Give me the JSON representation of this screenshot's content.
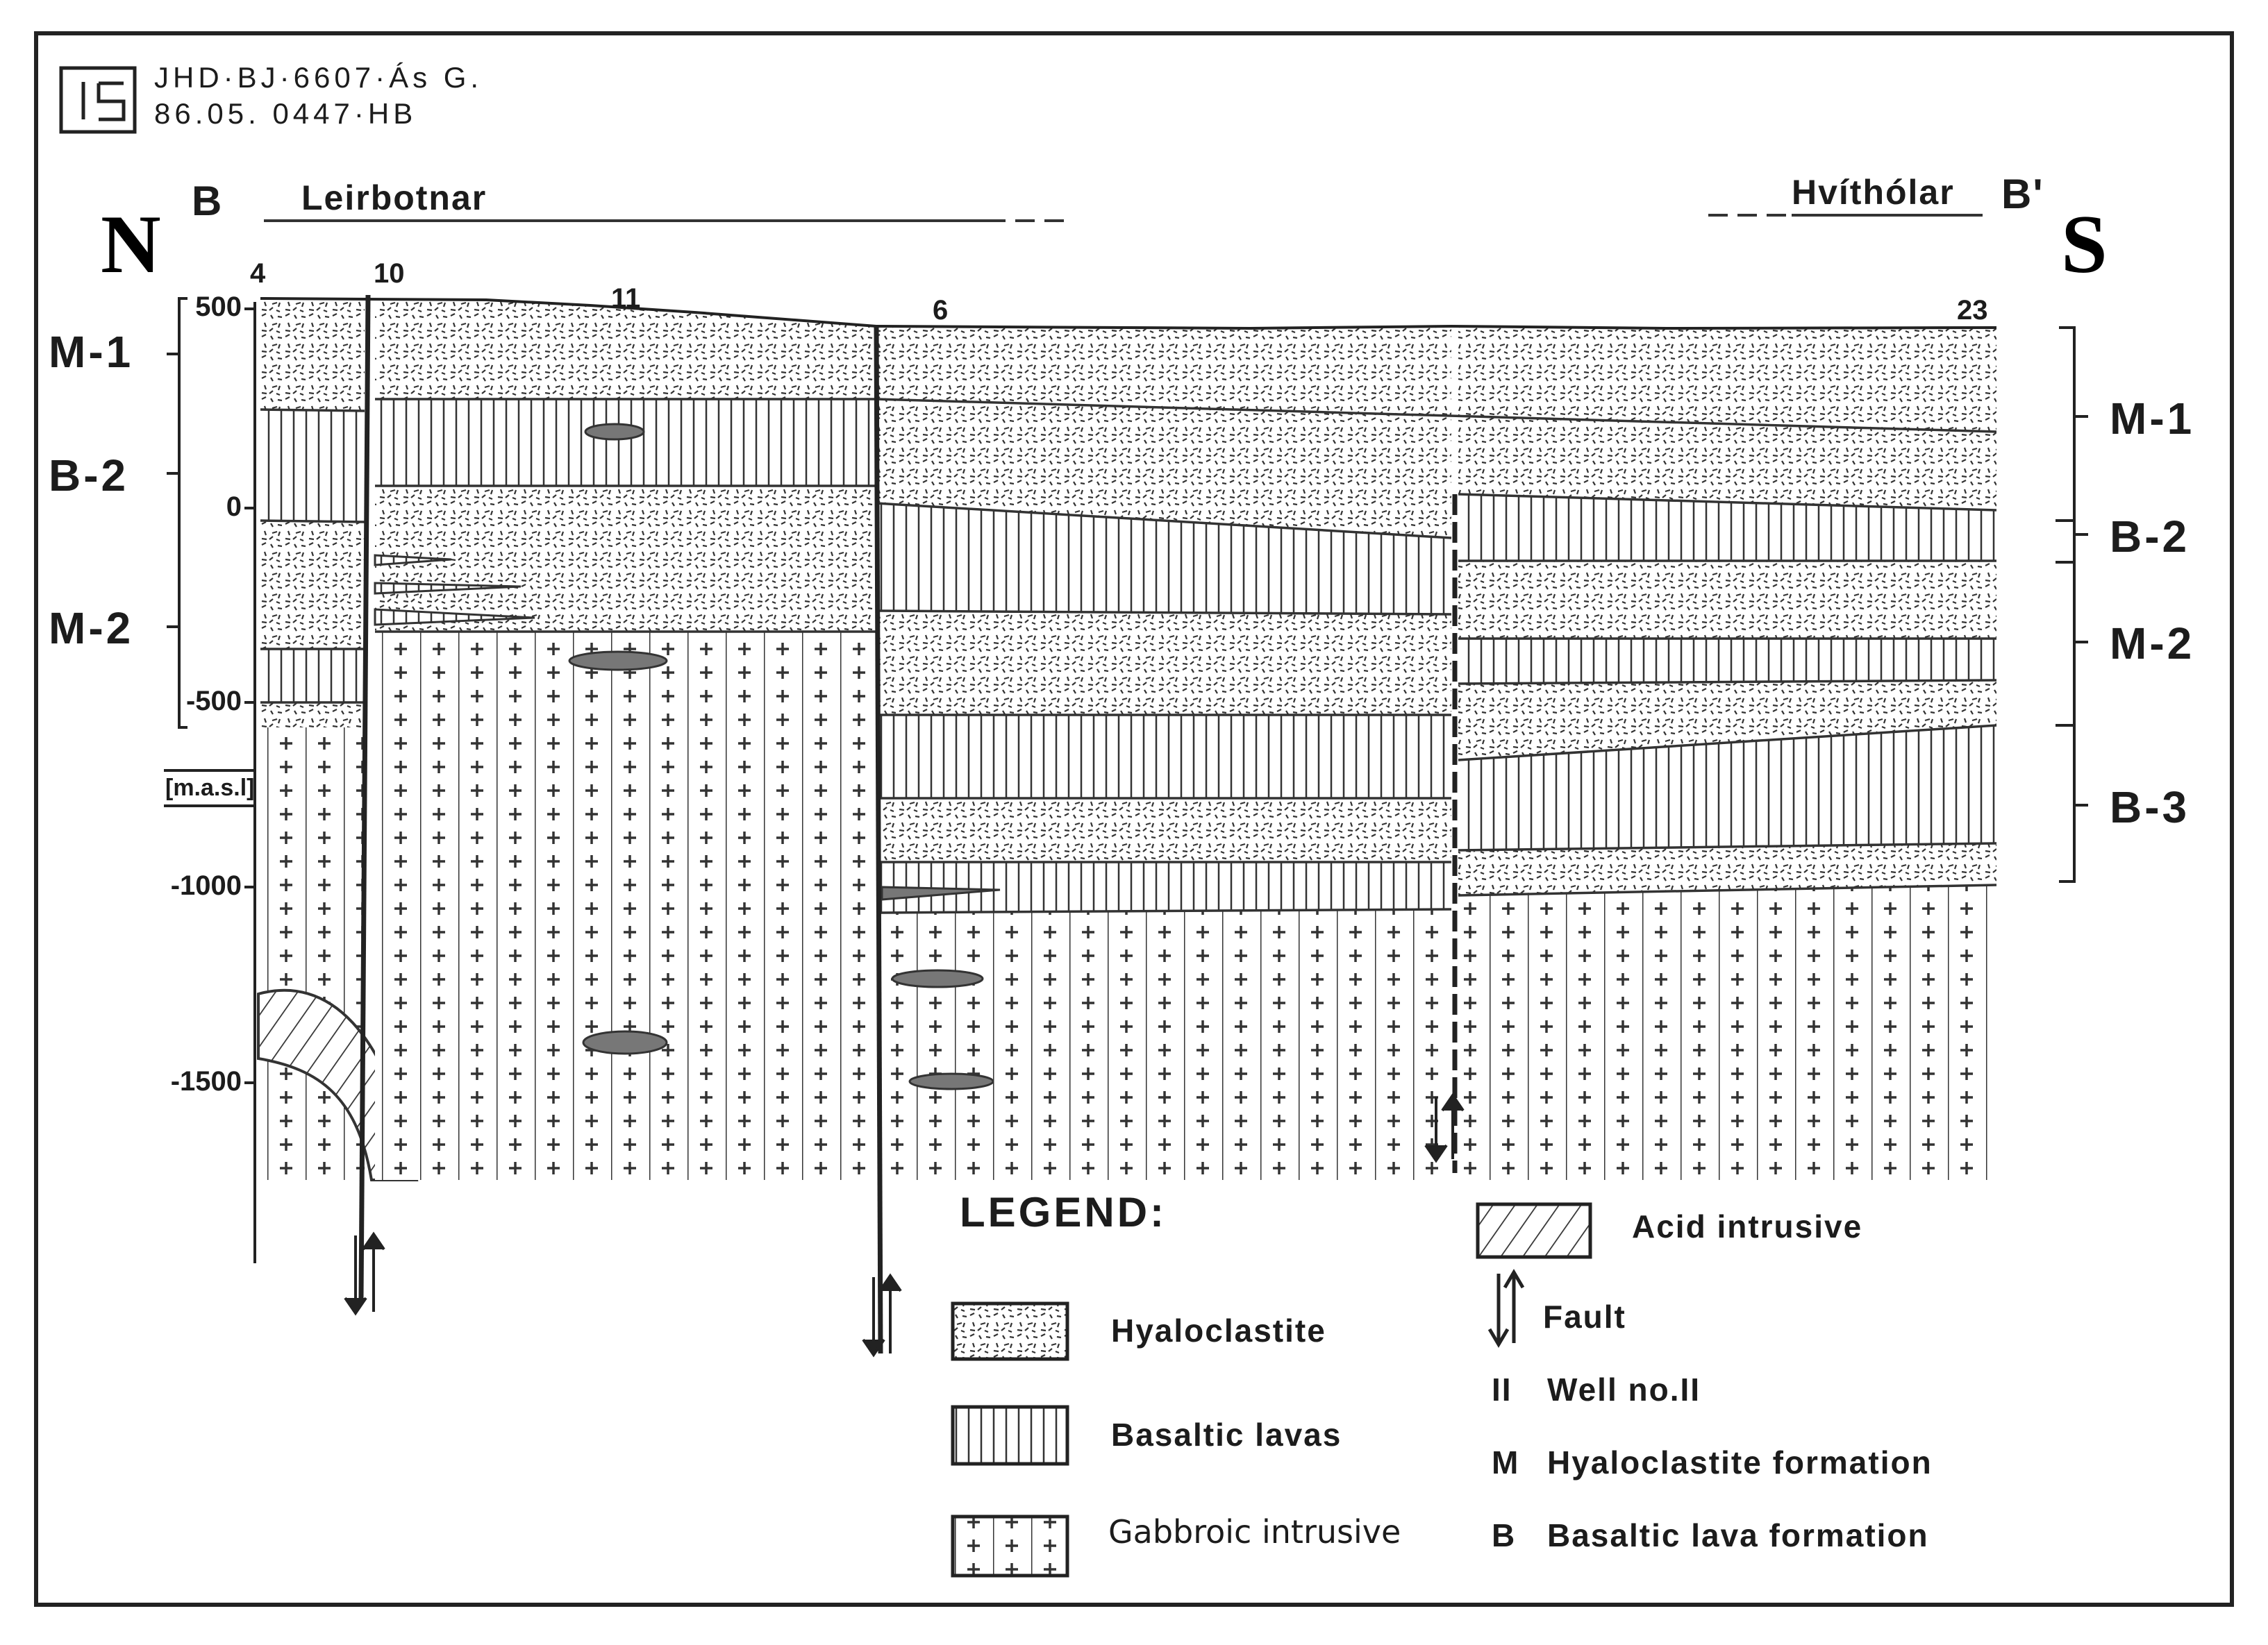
{
  "header": {
    "line1": "JHD·BJ·6607·Ás G.",
    "line2": "86.05. 0447·HB"
  },
  "section": {
    "start_label": "B",
    "end_label": "B'",
    "north": "N",
    "south": "S",
    "left_location": "Leirbotnar",
    "right_location": "Hvíthólar"
  },
  "elevation_axis": {
    "ticks": [
      "500",
      "0",
      "-500",
      "-1000",
      "-1500"
    ],
    "unit": "[m.a.s.l]"
  },
  "wells": [
    "4",
    "10",
    "11",
    "6",
    "23"
  ],
  "left_units": [
    "M-1",
    "B-2",
    "M-2"
  ],
  "right_units": [
    "M-1",
    "B-2",
    "M-2",
    "B-3"
  ],
  "legend": {
    "title": "LEGEND:",
    "items": [
      {
        "key": "hyaloclastite",
        "label": "Hyaloclastite"
      },
      {
        "key": "basaltic",
        "label": "Basaltic lavas"
      },
      {
        "key": "gabbroic",
        "label": "Gabbroic intrusive"
      },
      {
        "key": "acid",
        "label": "Acid intrusive"
      },
      {
        "key": "fault",
        "label": "Fault"
      }
    ],
    "notes": [
      {
        "symbol": "II",
        "label": "Well no.II"
      },
      {
        "symbol": "M",
        "label": "Hyaloclastite formation"
      },
      {
        "symbol": "B",
        "label": "Basaltic lava formation"
      }
    ]
  }
}
